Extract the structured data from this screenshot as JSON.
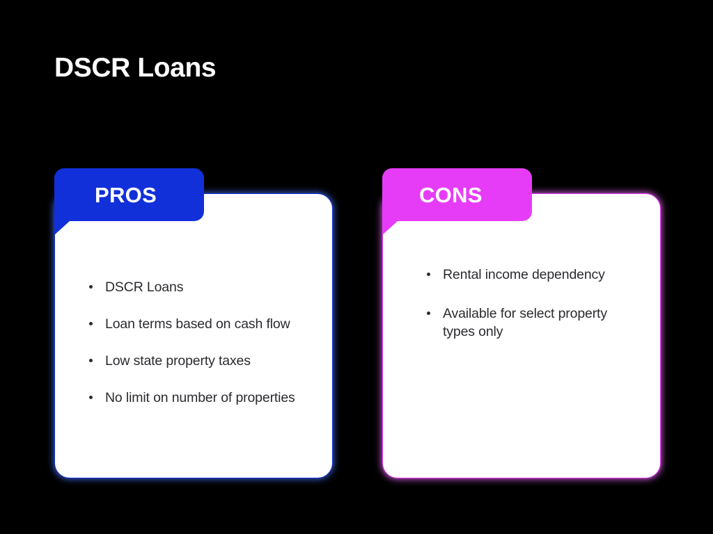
{
  "slide": {
    "title": "DSCR Loans",
    "background_color": "#000000",
    "title_color": "#ffffff",
    "body_text_color": "#2b2b30",
    "card_background": "#ffffff"
  },
  "columns": [
    {
      "id": "pros",
      "tab_label": "PROS",
      "accent_color": "#1130D9",
      "glow_color": "#3b5fd0",
      "items": [
        "DSCR Loans",
        "Loan terms based on cash flow",
        "Low state property taxes",
        "No limit on number of properties"
      ]
    },
    {
      "id": "cons",
      "tab_label": "CONS",
      "accent_color": "#E63CF7",
      "glow_color": "#d25be0",
      "items": [
        "Rental income dependency",
        "Available for select property types only"
      ]
    }
  ]
}
